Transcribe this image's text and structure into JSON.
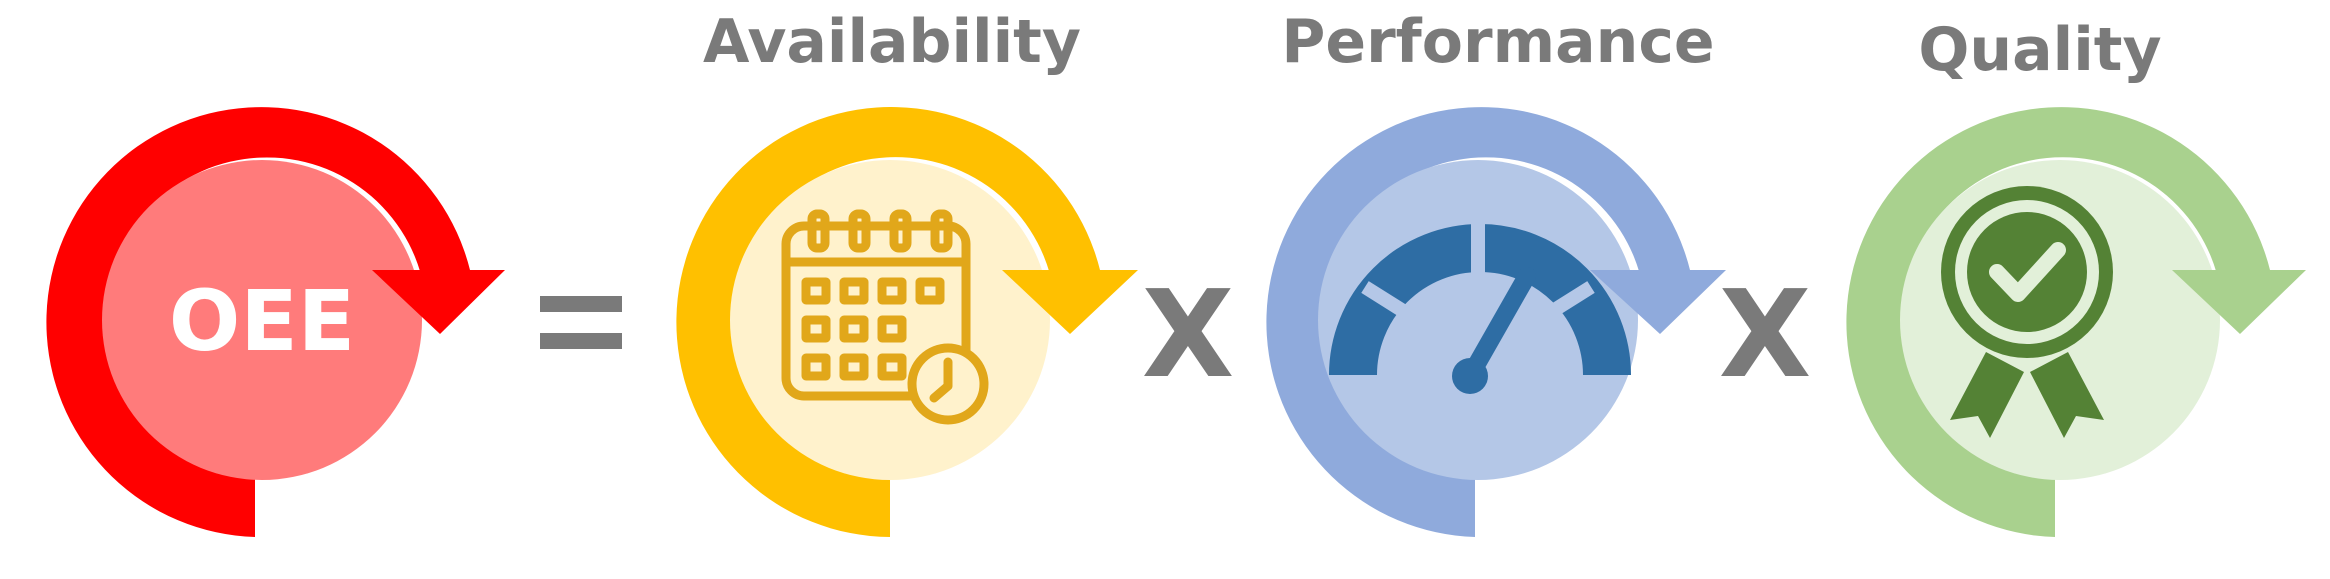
{
  "oee": {
    "label": "OEE",
    "colors": {
      "ring": "#ff0000",
      "inner": "#ff7b7b",
      "text": "#ffffff"
    }
  },
  "operators": {
    "equals": "=",
    "times_1": "X",
    "times_2": "X",
    "color": "#7a7a7a"
  },
  "factors": [
    {
      "label": "Availability",
      "icon": "calendar-clock-icon",
      "colors": {
        "ring": "#ffc000",
        "inner": "#fff2cc",
        "icon": "#e1a71a"
      }
    },
    {
      "label": "Performance",
      "icon": "speedometer-gauge-icon",
      "colors": {
        "ring": "#8faadc",
        "inner": "#b4c7e7",
        "icon": "#2e6da4"
      }
    },
    {
      "label": "Quality",
      "icon": "award-ribbon-check-icon",
      "colors": {
        "ring": "#a9d18e",
        "inner": "#e2f0d9",
        "icon": "#548235"
      }
    }
  ]
}
